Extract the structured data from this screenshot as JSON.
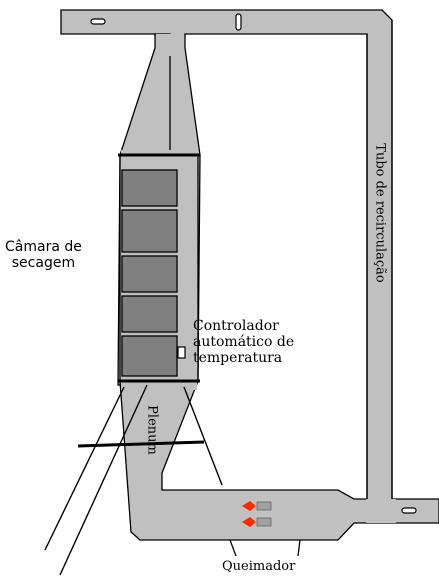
{
  "diagram": {
    "colors": {
      "duct": "#c0c0c0",
      "outline": "#000000",
      "tray": "#808080",
      "flame": "#ff2a00",
      "burner": "#a0a0a0"
    },
    "labels": {
      "drying_chamber_line1": "Câmara de",
      "drying_chamber_line2": "secagem",
      "controller_line1": "Controlador",
      "controller_line2": "automático de",
      "controller_line3": "temperatura",
      "plenum": "Plenum",
      "recirculation_tube": "Tubo de recirculação",
      "burner": "Queimador"
    }
  }
}
